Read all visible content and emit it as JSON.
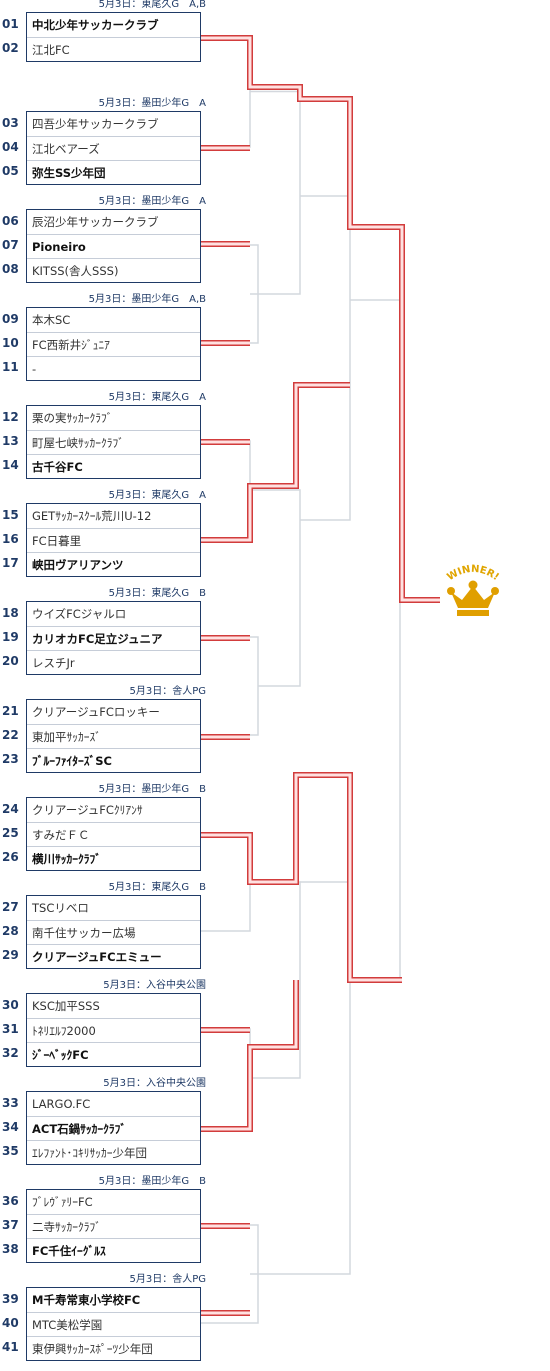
{
  "winner_label": "WINNER!",
  "groups": [
    {
      "label": "5月3日：東尾久G　A,B",
      "teams": [
        {
          "seed": "01",
          "name": "中北少年サッカークラブ",
          "win": true
        },
        {
          "seed": "02",
          "name": "江北FC",
          "win": false
        }
      ]
    },
    {
      "label": "5月3日：墨田少年G　A",
      "teams": [
        {
          "seed": "03",
          "name": "四吾少年サッカークラブ",
          "win": false
        },
        {
          "seed": "04",
          "name": "江北ベアーズ",
          "win": false
        },
        {
          "seed": "05",
          "name": "弥生SS少年団",
          "win": true
        }
      ]
    },
    {
      "label": "5月3日：墨田少年G　A",
      "teams": [
        {
          "seed": "06",
          "name": "辰沼少年サッカークラブ",
          "win": false
        },
        {
          "seed": "07",
          "name": "Pioneiro",
          "win": true
        },
        {
          "seed": "08",
          "name": "KITSS(舎人SSS)",
          "win": false
        }
      ]
    },
    {
      "label": "5月3日：墨田少年G　A,B",
      "teams": [
        {
          "seed": "09",
          "name": "本木SC",
          "win": false
        },
        {
          "seed": "10",
          "name": "FC西新井ｼﾞｭﾆｱ",
          "win": false
        },
        {
          "seed": "11",
          "name": "-",
          "win": false
        }
      ]
    },
    {
      "label": "5月3日：東尾久G　A",
      "teams": [
        {
          "seed": "12",
          "name": "栗の実ｻｯｶｰｸﾗﾌﾞ",
          "win": false
        },
        {
          "seed": "13",
          "name": "町屋七峡ｻｯｶｰｸﾗﾌﾞ",
          "win": false
        },
        {
          "seed": "14",
          "name": "古千谷FC",
          "win": true
        }
      ]
    },
    {
      "label": "5月3日：東尾久G　A",
      "teams": [
        {
          "seed": "15",
          "name": "GETｻｯｶｰｽｸｰﾙ荒川U-12",
          "win": false
        },
        {
          "seed": "16",
          "name": "FC日暮里",
          "win": false
        },
        {
          "seed": "17",
          "name": "峡田ヴアリアンツ",
          "win": true
        }
      ]
    },
    {
      "label": "5月3日：東尾久G　B",
      "teams": [
        {
          "seed": "18",
          "name": "ウイズFCジャルロ",
          "win": false
        },
        {
          "seed": "19",
          "name": "カリオカFC足立ジュニア",
          "win": true
        },
        {
          "seed": "20",
          "name": "レスチJr",
          "win": false
        }
      ]
    },
    {
      "label": "5月3日：舎人PG",
      "teams": [
        {
          "seed": "21",
          "name": "クリアージュFCロッキー",
          "win": false
        },
        {
          "seed": "22",
          "name": "東加平ｻｯｶｰｽﾞ",
          "win": false
        },
        {
          "seed": "23",
          "name": "ﾌﾞﾙｰﾌｧｲﾀｰｽﾞSC",
          "win": true
        }
      ]
    },
    {
      "label": "5月3日：墨田少年G　B",
      "teams": [
        {
          "seed": "24",
          "name": "クリアージュFCｸﾘｱﾝｻ",
          "win": false
        },
        {
          "seed": "25",
          "name": "すみだＦＣ",
          "win": false
        },
        {
          "seed": "26",
          "name": "横川ｻｯｶｰｸﾗﾌﾞ",
          "win": true
        }
      ]
    },
    {
      "label": "5月3日：東尾久G　B",
      "teams": [
        {
          "seed": "27",
          "name": "TSCリベロ",
          "win": false
        },
        {
          "seed": "28",
          "name": "南千住サッカー広場",
          "win": false
        },
        {
          "seed": "29",
          "name": "クリアージュFCエミュー",
          "win": true
        }
      ]
    },
    {
      "label": "5月3日：入谷中央公園",
      "teams": [
        {
          "seed": "30",
          "name": "KSC加平SSS",
          "win": false
        },
        {
          "seed": "31",
          "name": "ﾄﾈﾘｴﾙﾌ2000",
          "win": false
        },
        {
          "seed": "32",
          "name": "ｼﾞｰﾍﾞｯｸFC",
          "win": true
        }
      ]
    },
    {
      "label": "5月3日：入谷中央公園",
      "teams": [
        {
          "seed": "33",
          "name": "LARGO.FC",
          "win": false
        },
        {
          "seed": "34",
          "name": "ACT石鍋ｻｯｶｰｸﾗﾌﾞ",
          "win": true
        },
        {
          "seed": "35",
          "name": "ｴﾚﾌｧﾝﾄ･ｺｷﾘｻｯｶｰ少年団",
          "win": false
        }
      ]
    },
    {
      "label": "5月3日：墨田少年G　B",
      "teams": [
        {
          "seed": "36",
          "name": "ﾌﾞﾚｳﾞｧﾘｰFC",
          "win": false
        },
        {
          "seed": "37",
          "name": "二寺ｻｯｶｰｸﾗﾌﾞ",
          "win": false
        },
        {
          "seed": "38",
          "name": "FC千住ｲｰｸﾞﾙｽ",
          "win": true
        }
      ]
    },
    {
      "label": "5月3日：舎人PG",
      "teams": [
        {
          "seed": "39",
          "name": "M千寿常東小学校FC",
          "win": true
        },
        {
          "seed": "40",
          "name": "MTC美松学園",
          "win": false
        },
        {
          "seed": "41",
          "name": "東伊興ｻｯｶｰｽﾎﾟｰﾂ少年団",
          "win": false
        }
      ]
    }
  ]
}
